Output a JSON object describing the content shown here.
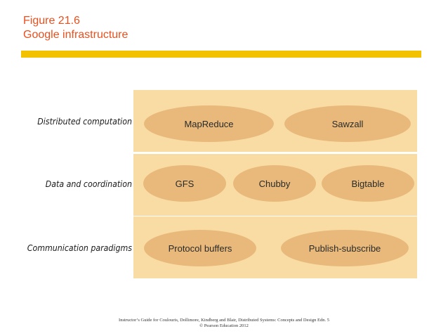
{
  "title": {
    "line1": "Figure 21.6",
    "line2": "Google infrastructure"
  },
  "layers": [
    {
      "label": "Distributed computation",
      "items": [
        "MapReduce",
        "Sawzall"
      ]
    },
    {
      "label": "Data and coordination",
      "items": [
        "GFS",
        "Chubby",
        "Bigtable"
      ]
    },
    {
      "label": "Communication paradigms",
      "items": [
        "Protocol buffers",
        "Publish-subscribe"
      ]
    }
  ],
  "footer": {
    "line1": "Instructor’s Guide for  Coulouris, Dollimore, Kindberg and Blair,  Distributed Systems: Concepts and Design   Edn. 5",
    "line2": "©  Pearson Education 2012"
  },
  "colors": {
    "title": "#e8501f",
    "rule": "#f2c100",
    "band": "#f9dca4",
    "component": "#e8b97a"
  }
}
